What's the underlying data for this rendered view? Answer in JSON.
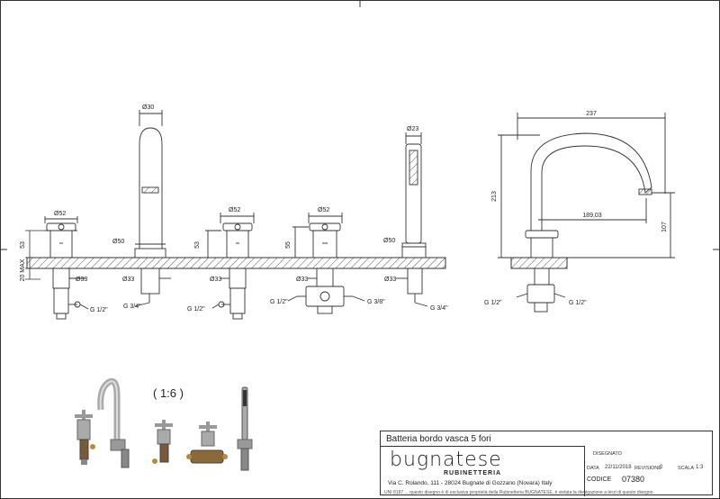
{
  "dimensions": {
    "d30": "Ø30",
    "d23": "Ø23",
    "d52_a": "Ø52",
    "d52_b": "Ø52",
    "d52_c": "Ø52",
    "d50_a": "Ø50",
    "d50_b": "Ø50",
    "d33_a": "Ø33",
    "d33_b": "Ø33",
    "d33_c": "Ø33",
    "d33_d": "Ø33",
    "d33_e": "Ø33",
    "h53_a": "53",
    "h53_b": "53",
    "h55": "55",
    "max20": "20 MAX",
    "g12_a": "G 1/2\"",
    "g12_b": "G 1/2\"",
    "g12_c": "G 1/2\"",
    "g12_d": "G 1/2\"",
    "g12_e": "G 1/2\"",
    "g34_a": "G 3/4\"",
    "g34_b": "G 3/4\"",
    "g38": "G 3/8\"",
    "w237": "237",
    "h213": "213",
    "w189": "189,03",
    "h107": "107"
  },
  "scale_label": "( 1:6 )",
  "title_block": {
    "title": "Batteria bordo vasca 5 fori",
    "brand": "bugnatese",
    "brand_sub": "RUBINETTERIA",
    "address": "Via C. Rolando, 111 - 28024 Bugnate di Gozzano (Novara) Italy",
    "footer": "UNI 8187 ... questo disegno è di esclusiva proprietà della Rubinetteria BUGNATESE, è vietata la divulgazione a terzi di questo disegno",
    "disegnato_label": "DISEGNATO",
    "data_label": "DATA",
    "data_value": "22/11/2018",
    "revisione_label": "REVISIONE",
    "revisione_value": "0",
    "scala_label": "SCALA",
    "scala_value": "1:3",
    "codice_label": "CODICE",
    "codice_value": "07380"
  }
}
